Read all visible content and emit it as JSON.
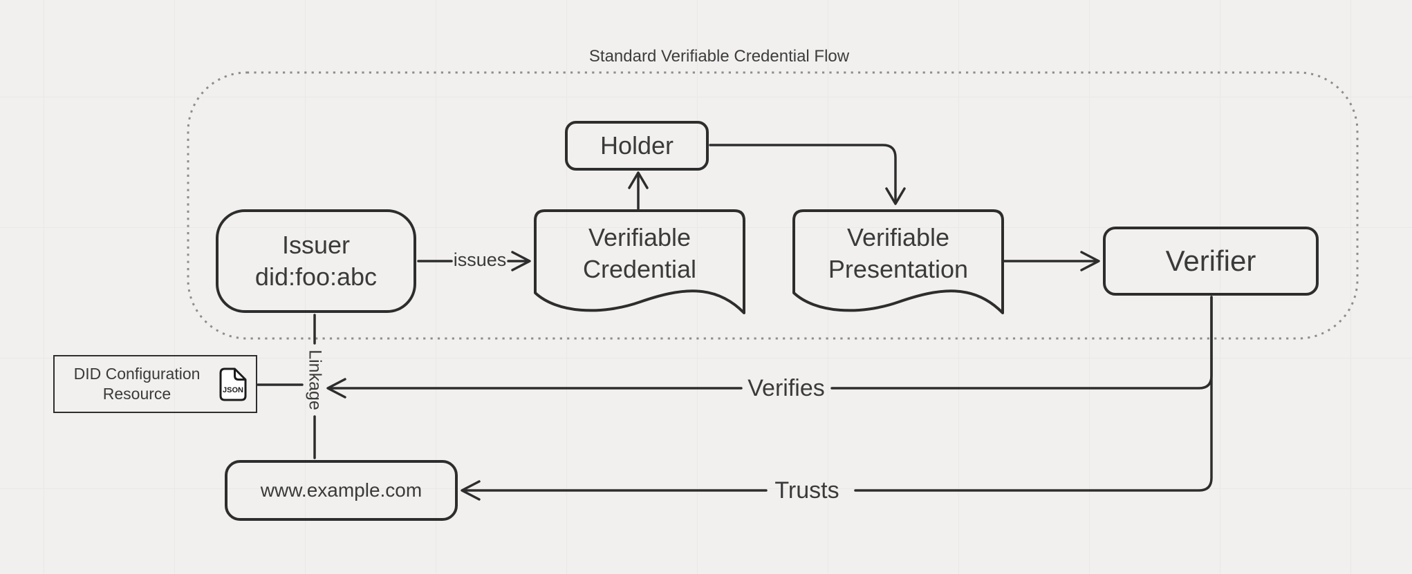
{
  "canvas": {
    "background_color": "#f1f0ee",
    "grid_color": "#e9e8e6",
    "stroke_color": "#2d2d2d",
    "text_color": "#3a3a3a",
    "frame_border_color": "#8d8d8d"
  },
  "frame": {
    "title": "Standard Verifiable Credential Flow"
  },
  "nodes": {
    "holder": {
      "label": "Holder"
    },
    "issuer": {
      "line1": "Issuer",
      "line2": "did:foo:abc"
    },
    "verifiable_credential": {
      "line1": "Verifiable",
      "line2": "Credential"
    },
    "verifiable_presentation": {
      "line1": "Verifiable",
      "line2": "Presentation"
    },
    "verifier": {
      "label": "Verifier"
    },
    "did_configuration_resource": {
      "line1": "DID Configuration",
      "line2": "Resource",
      "icon": "json-file-icon",
      "icon_text": "JSON"
    },
    "website": {
      "label": "www.example.com"
    }
  },
  "connectors": {
    "issues": {
      "label": "issues"
    },
    "verifies": {
      "label": "Verifies"
    },
    "trusts": {
      "label": "Trusts"
    },
    "linkage": {
      "label": "Linkage"
    }
  }
}
